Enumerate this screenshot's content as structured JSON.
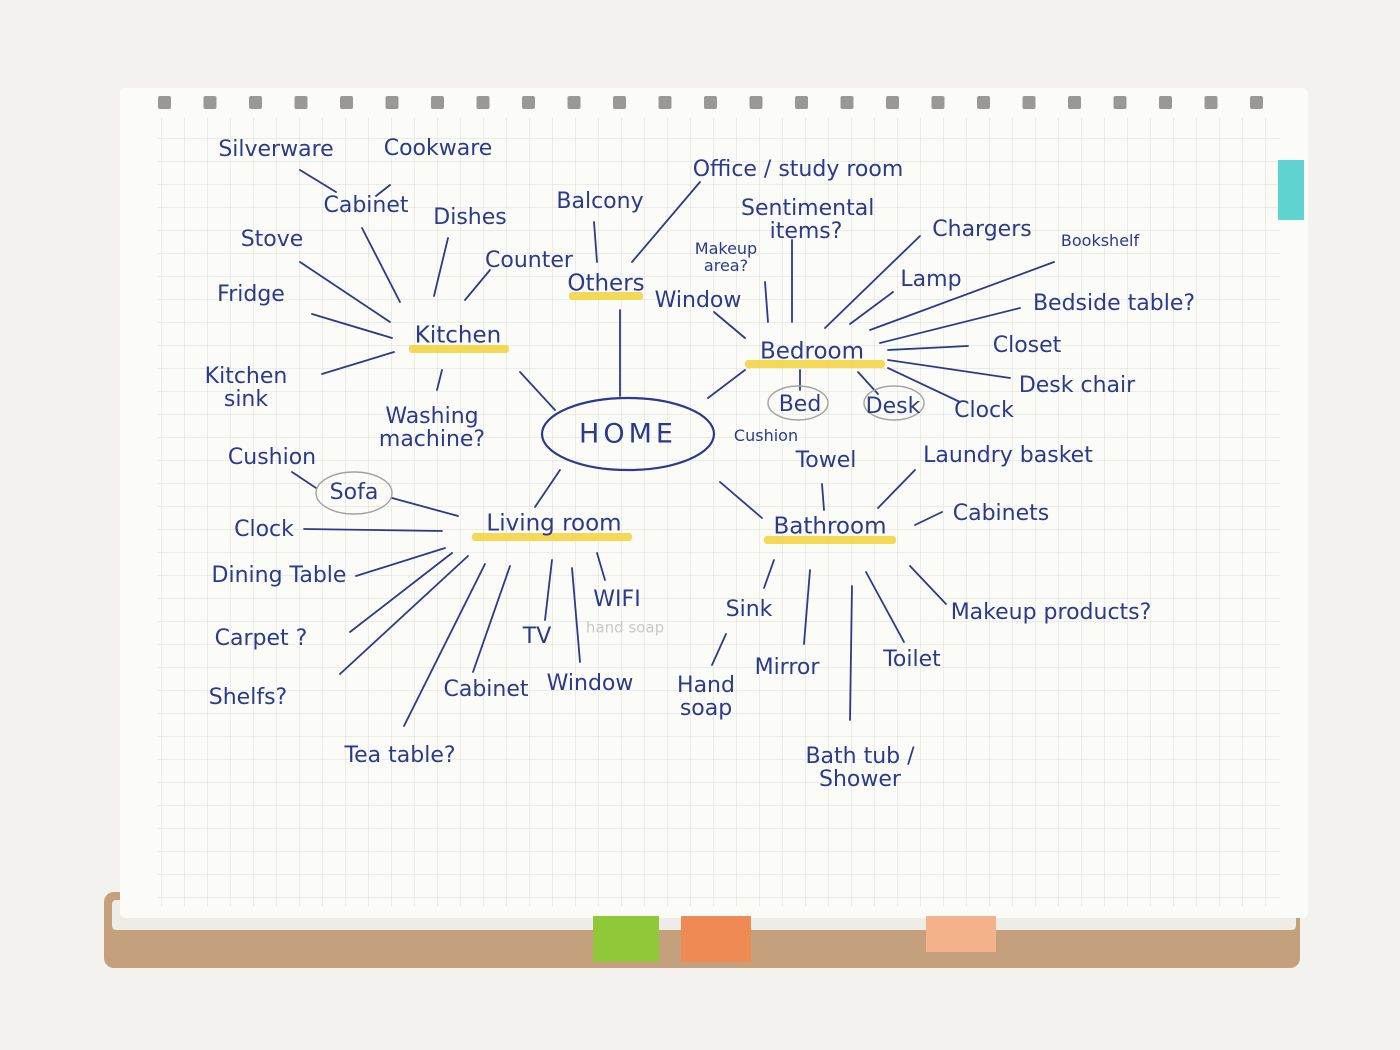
{
  "colors": {
    "ink": "#2b3a8c",
    "highlight": "#f3d23a",
    "paper": "#fbfbf8",
    "grid": "#dcdcd6",
    "cover": "#c4a07c",
    "tab_teal": "#5ed3cf",
    "tab_green": "#8fc93a",
    "tab_orange": "#ef8a55",
    "tab_peach": "#f4b28a"
  },
  "center": {
    "label": "HOME"
  },
  "hubs": {
    "kitchen": "Kitchen",
    "others": "Others",
    "bedroom": "Bedroom",
    "living_room": "Living room",
    "bathroom": "Bathroom"
  },
  "kitchen_items": {
    "silverware": "Silverware",
    "cookware": "Cookware",
    "cabinet": "Cabinet",
    "dishes": "Dishes",
    "stove": "Stove",
    "counter": "Counter",
    "fridge": "Fridge",
    "kitchen_sink": "Kitchen sink",
    "washing_machine": "Washing machine?"
  },
  "others_items": {
    "balcony": "Balcony",
    "office": "Office / study room"
  },
  "bedroom_items": {
    "makeup_area": "Makeup area?",
    "sentimental": "Sentimental items?",
    "window": "Window",
    "chargers": "Chargers",
    "bookshelf": "Bookshelf",
    "lamp": "Lamp",
    "bedside_table": "Bedside table?",
    "closet": "Closet",
    "desk_chair": "Desk chair",
    "bed": "Bed",
    "desk": "Desk",
    "clock": "Clock",
    "cushion": "Cushion"
  },
  "living_items": {
    "cushion": "Cushion",
    "sofa": "Sofa",
    "clock": "Clock",
    "dining_table": "Dining Table",
    "carpet": "Carpet ?",
    "shelfs": "Shelfs?",
    "tea_table": "Tea table?",
    "cabinet": "Cabinet",
    "tv": "TV",
    "window": "Window",
    "wifi": "WIFI",
    "faint_note": "hand soap"
  },
  "bathroom_items": {
    "towel": "Towel",
    "laundry_basket": "Laundry basket",
    "cabinets": "Cabinets",
    "makeup_products": "Makeup products?",
    "sink": "Sink",
    "hand_soap": "Hand soap",
    "mirror": "Mirror",
    "toilet": "Toilet",
    "bath_tub": "Bath tub / Shower"
  }
}
